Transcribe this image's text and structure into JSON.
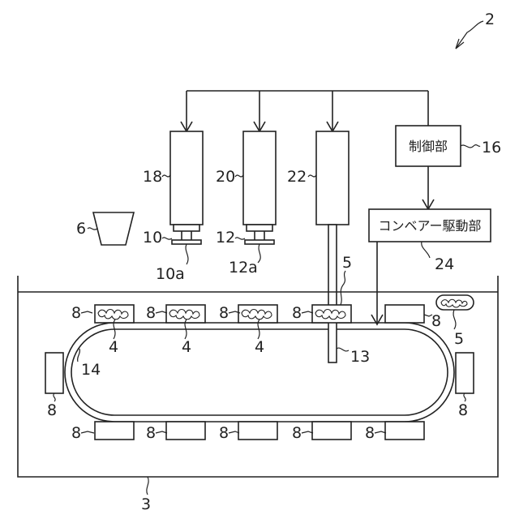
{
  "labels": {
    "apparatus": "2",
    "tank": "3",
    "piece": "4",
    "piece_tagged": "5",
    "hopper": "6",
    "tray": "8",
    "tool_a": "10",
    "tool_a_sub": "10a",
    "tool_b": "12",
    "tool_b_sub": "12a",
    "probe": "13",
    "conveyor": "14",
    "controller": "16",
    "act_a": "18",
    "act_b": "20",
    "act_c": "22",
    "drive": "24"
  },
  "boxes": {
    "controller": "制御部",
    "drive": "コンベアー駆動部"
  }
}
